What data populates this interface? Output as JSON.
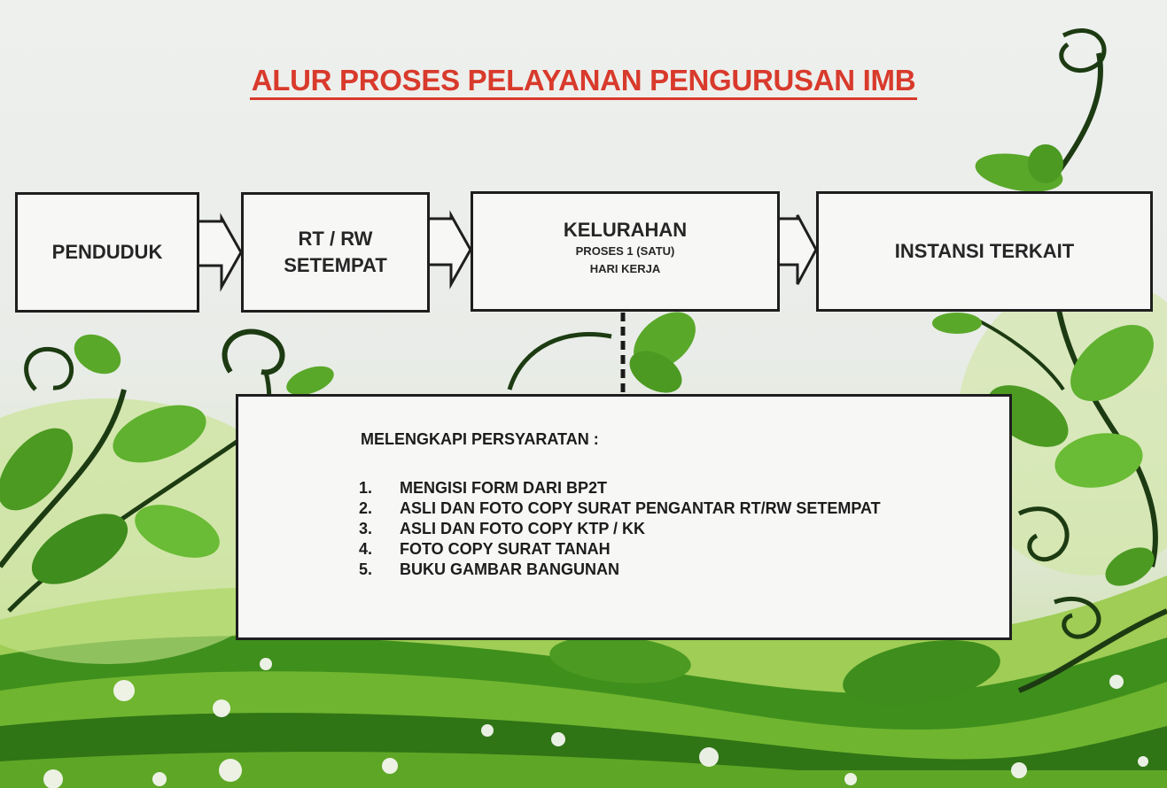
{
  "title": "ALUR PROSES PELAYANAN PENGURUSAN IMB",
  "flow": {
    "step1": "PENDUDUK",
    "step2": "RT / RW SETEMPAT",
    "step3": {
      "label": "KELURAHAN",
      "note_line1": "PROSES 1 (SATU)",
      "note_line2": "HARI KERJA"
    },
    "step4": "INSTANSI TERKAIT"
  },
  "requirements": {
    "heading": "MELENGKAPI PERSYARATAN :",
    "items": [
      {
        "num": "1.",
        "text": "MENGISI FORM DARI BP2T"
      },
      {
        "num": "2.",
        "text": "ASLI DAN FOTO COPY SURAT PENGANTAR RT/RW SETEMPAT"
      },
      {
        "num": "3.",
        "text": "ASLI DAN FOTO COPY KTP / KK"
      },
      {
        "num": "4.",
        "text": "FOTO COPY SURAT TANAH"
      },
      {
        "num": "5.",
        "text": "BUKU GAMBAR BANGUNAN"
      }
    ]
  },
  "colors": {
    "title": "#d83a2c",
    "border": "#1e1e1e",
    "box_fill": "#f7f7f6",
    "leaf_green": "#5aa82a",
    "dark_green": "#1f5a14"
  }
}
